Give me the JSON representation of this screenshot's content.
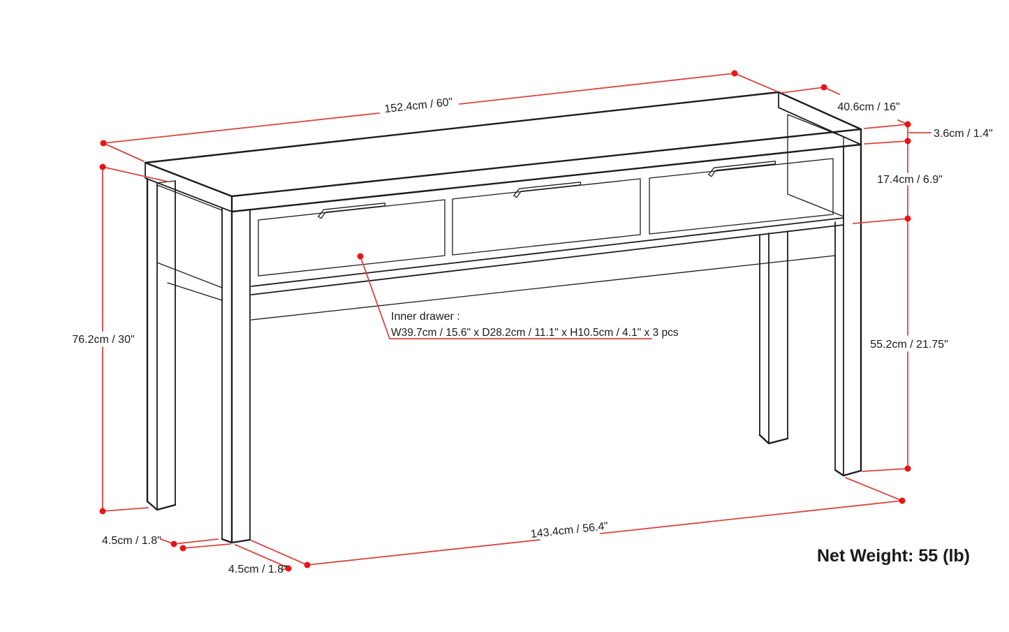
{
  "diagram": {
    "type": "furniture-dimension-diagram",
    "subject": "3-drawer console table line drawing with dimension callouts",
    "labels": {
      "top_length": "152.4cm / 60\"",
      "top_depth": "40.6cm / 16\"",
      "top_thickness": "3.6cm / 1.4\"",
      "drawer_section_height": "17.4cm / 6.9\"",
      "overall_height": "76.2cm / 30\"",
      "leg_height": "55.2cm / 21.75\"",
      "leg_width": "4.5cm / 1.8\"",
      "leg_depth": "4.5cm / 1.8\"",
      "base_length": "143.4cm / 56.4\"",
      "inner_drawer_title": "Inner drawer :",
      "inner_drawer_dims": "W39.7cm / 15.6\" x D28.2cm / 11.1\" x H10.5cm / 4.1\" x 3 pcs",
      "net_weight": "Net Weight: 55 (lb)"
    },
    "colors": {
      "dimension_line": "#d8453f",
      "dimension_dot": "#ea1416",
      "artwork_line": "#1c1c1c",
      "text": "#1a1a1a",
      "background": "#ffffff"
    }
  }
}
